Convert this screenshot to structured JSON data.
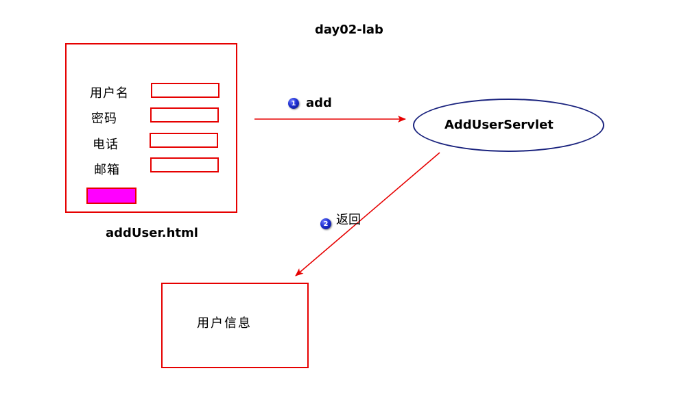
{
  "title": "day02-lab",
  "form": {
    "caption": "addUser.html",
    "fields": [
      {
        "label": "用户名"
      },
      {
        "label": "密码"
      },
      {
        "label": "电话"
      },
      {
        "label": "邮箱"
      }
    ]
  },
  "servlet": {
    "label": "AddUserServlet"
  },
  "edges": [
    {
      "step": "1",
      "label": "add"
    },
    {
      "step": "2",
      "label": "返回"
    }
  ],
  "result": {
    "label": "用户信息"
  },
  "colors": {
    "box_border": "#e60000",
    "arrow": "#e60000",
    "ellipse_border": "#1a237e",
    "submit_fill": "#ff00ff",
    "badge": "#1d2fd1"
  }
}
